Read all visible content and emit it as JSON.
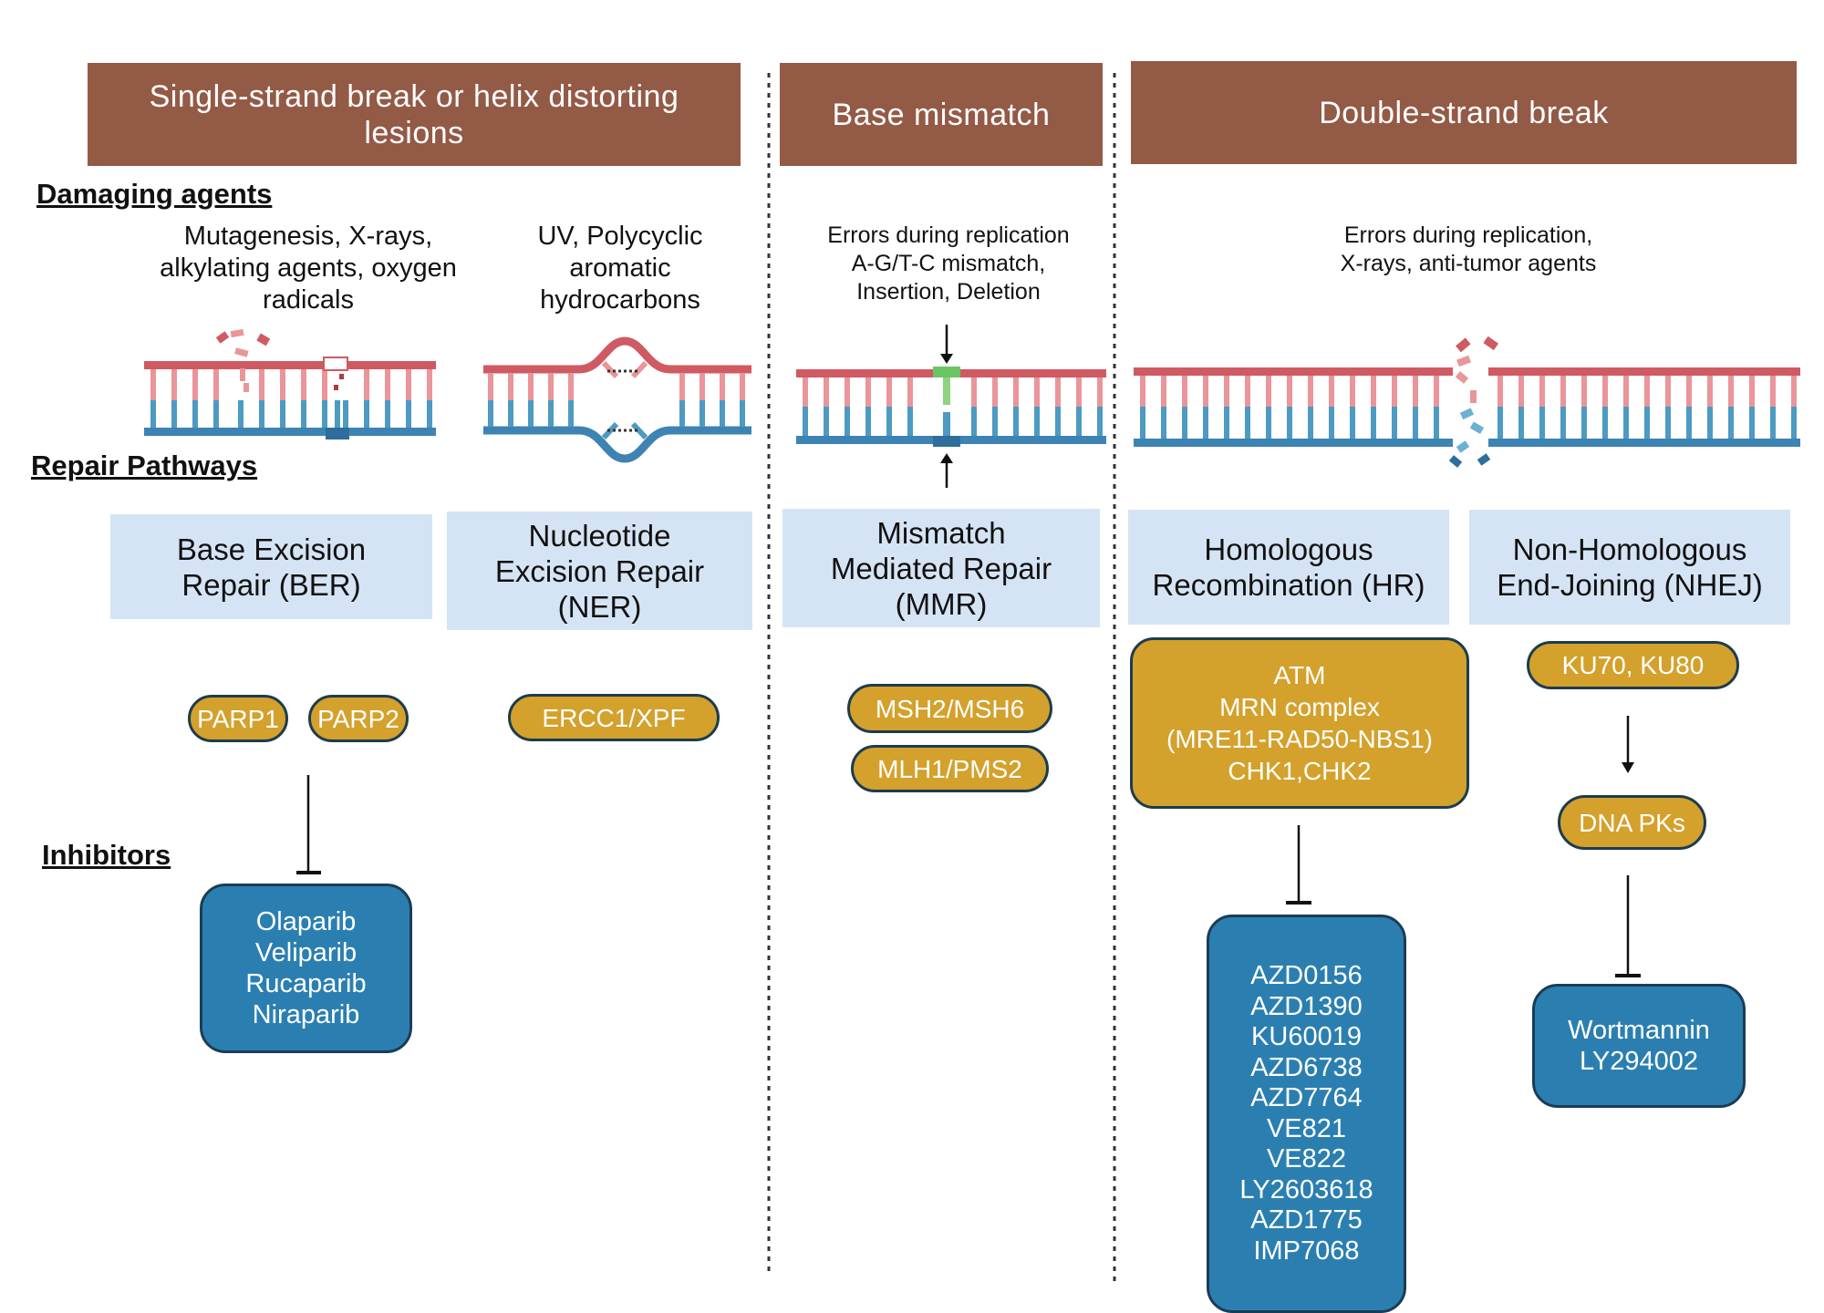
{
  "headers": {
    "ssb": [
      "Single-strand break or helix distorting",
      "lesions"
    ],
    "mismatch": "Base mismatch",
    "dsb": "Double-strand break"
  },
  "section_labels": {
    "damaging_agents": "Damaging agents",
    "repair_pathways": "Repair Pathways",
    "inhibitors": "Inhibitors"
  },
  "agents": {
    "ber": [
      "Mutagenesis, X-rays,",
      "alkylating agents, oxygen",
      "radicals"
    ],
    "ner": [
      "UV, Polycyclic",
      "aromatic",
      "hydrocarbons"
    ],
    "mmr": [
      "Errors during replication",
      "A-G/T-C mismatch,",
      "Insertion, Deletion"
    ],
    "dsb": [
      "Errors during replication,",
      "X-rays, anti-tumor agents"
    ]
  },
  "pathways": {
    "ber": [
      "Base Excision",
      "Repair (BER)"
    ],
    "ner": [
      "Nucleotide",
      "Excision Repair",
      "(NER)"
    ],
    "mmr": [
      "Mismatch",
      "Mediated Repair",
      "(MMR)"
    ],
    "hr": [
      "Homologous",
      "Recombination (HR)"
    ],
    "nhej": [
      "Non-Homologous",
      "End-Joining (NHEJ)"
    ]
  },
  "proteins": {
    "parp1": "PARP1",
    "parp2": "PARP2",
    "ercc1": "ERCC1/XPF",
    "msh2": "MSH2/MSH6",
    "mlh1": "MLH1/PMS2",
    "hr_complex": [
      "ATM",
      "MRN complex",
      "(MRE11-RAD50-NBS1)",
      "CHK1,CHK2"
    ],
    "ku": "KU70, KU80",
    "dnapk": "DNA PKs"
  },
  "inhibitors": {
    "parp": [
      "Olaparib",
      "Veliparib",
      "Rucaparib",
      "Niraparib"
    ],
    "atm": [
      "AZD0156",
      "AZD1390",
      "KU60019",
      "AZD6738",
      "AZD7764",
      "VE821",
      "VE822",
      "LY2603618",
      "AZD1775",
      "IMP7068"
    ],
    "dnapk": [
      "Wortmannin",
      "LY294002"
    ]
  },
  "colors": {
    "header_brown": "#935a46",
    "pathway_blue": "#d5e4f4",
    "protein_gold": "#d3a12c",
    "inhibitor_blue": "#2b7fb0",
    "dna_red": "#cf5a63",
    "dna_blue": "#4d9ac2",
    "mismatch_green": "#6cc564"
  }
}
